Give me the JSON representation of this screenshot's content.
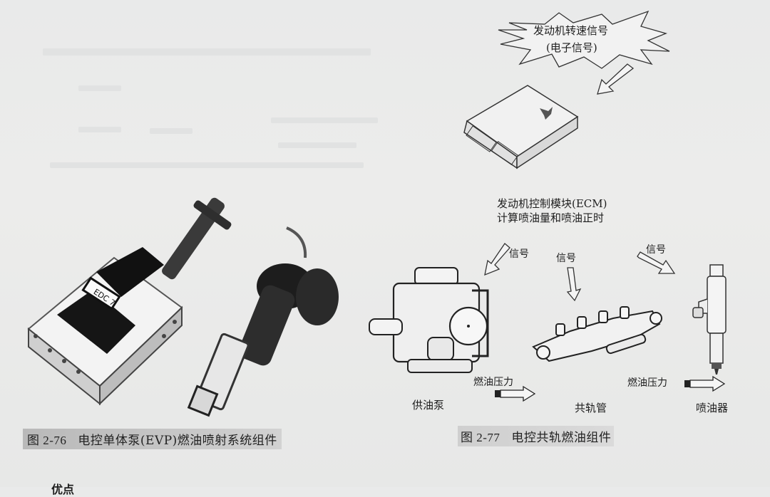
{
  "page": {
    "figure_left": {
      "number": "图 2-76",
      "title": "电控单体泵(EVP)燃油喷射系统组件",
      "ecu_tag": "EDC 7"
    },
    "figure_right": {
      "number": "图 2-77",
      "title": "电控共轨燃油组件",
      "burst_label_line1": "发动机转速信号",
      "burst_label_line2": "(电子信号)",
      "ecm_label_line1": "发动机控制模块(ECM)",
      "ecm_label_line2": "计算喷油量和喷油正时",
      "signal_labels": [
        "信号",
        "信号",
        "信号"
      ],
      "pressure_labels": [
        "燃油压力",
        "燃油压力"
      ],
      "components": [
        "供油泵",
        "共轨管",
        "喷油器"
      ]
    },
    "bottom_partial_text": "优点"
  }
}
